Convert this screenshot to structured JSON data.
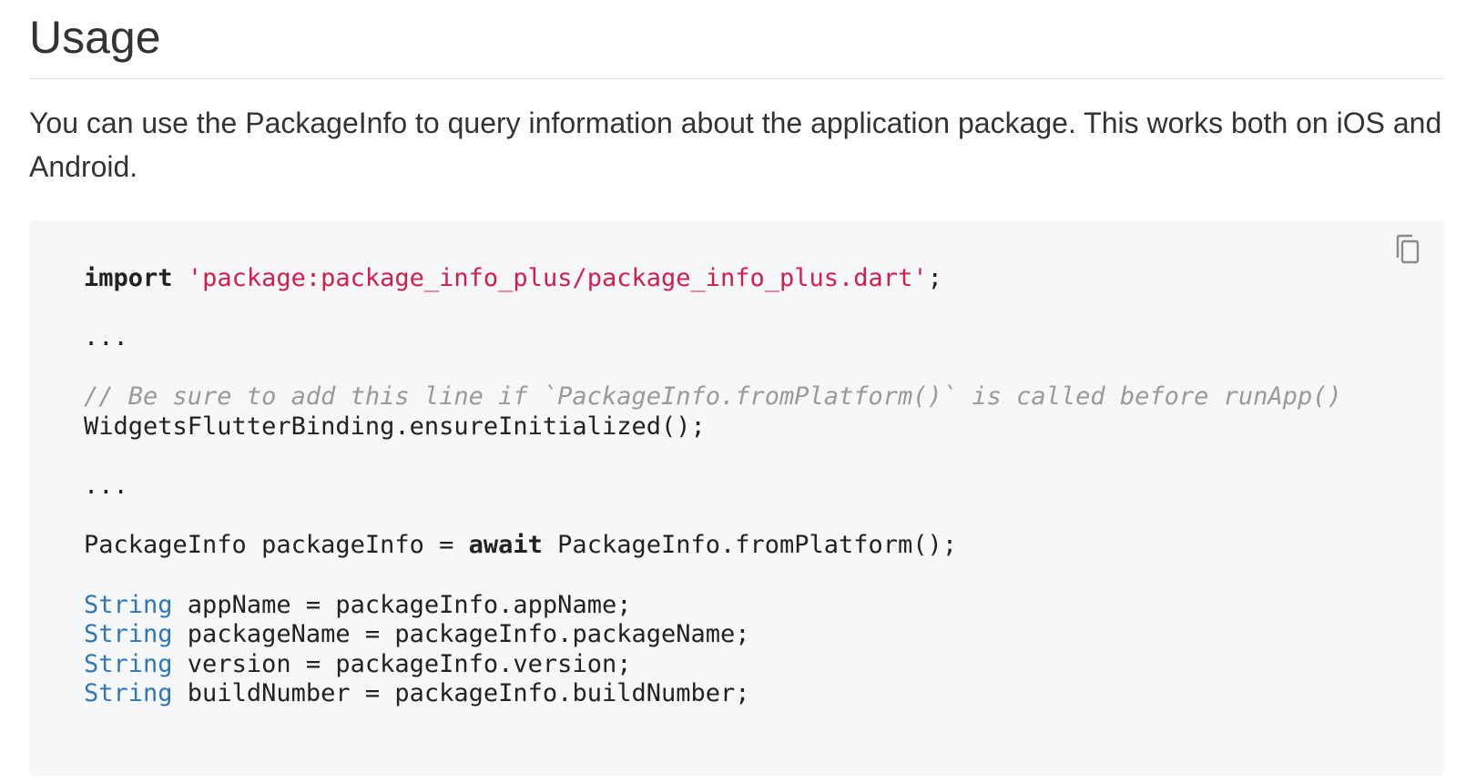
{
  "section": {
    "title": "Usage",
    "intro": "You can use the PackageInfo to query information about the application package. This works both on iOS and Android."
  },
  "code": {
    "copy_icon": "copy-icon",
    "line1": {
      "kw": "import",
      "sp": " ",
      "str": "'package:package_info_plus/package_info_plus.dart'",
      "end": ";"
    },
    "ellipsis1": "...",
    "comment": "// Be sure to add this line if `PackageInfo.fromPlatform()` is called before runApp()",
    "init": "WidgetsFlutterBinding.ensureInitialized();",
    "ellipsis2": "...",
    "pkg_line": {
      "pre": "PackageInfo packageInfo = ",
      "kw": "await",
      "post": " PackageInfo.fromPlatform();"
    },
    "fields": [
      {
        "type": "String",
        "rest": " appName = packageInfo.appName;"
      },
      {
        "type": "String",
        "rest": " packageName = packageInfo.packageName;"
      },
      {
        "type": "String",
        "rest": " version = packageInfo.version;"
      },
      {
        "type": "String",
        "rest": " buildNumber = packageInfo.buildNumber;"
      }
    ]
  },
  "colors": {
    "keyword": "#222222",
    "string": "#d31d4c",
    "comment": "#9a9a9a",
    "type": "#2f77b5",
    "code_background": "#f6f7f8"
  }
}
